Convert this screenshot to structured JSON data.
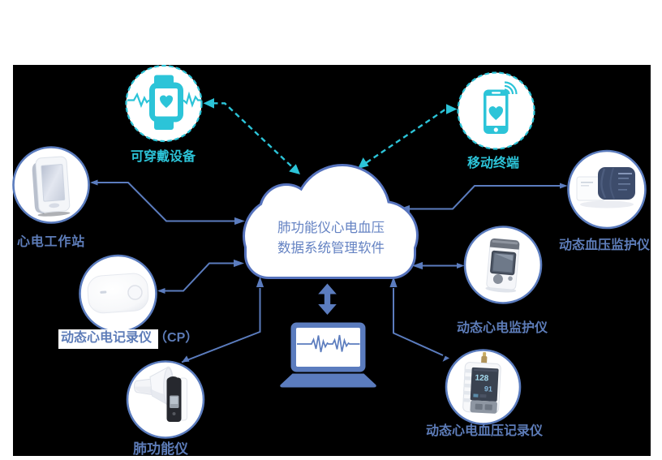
{
  "diagram": {
    "type": "hub-and-spoke network diagram",
    "hub": {
      "title_line1": "肺功能仪心电血压",
      "title_line2": "数据系统管理软件",
      "shape": "cloud"
    },
    "nodes": [
      {
        "id": "wearable",
        "label": "可穿戴设备",
        "icon": "smartwatch-icon",
        "border": "cyan-dashed",
        "link": "dashed-cyan-double-arrow"
      },
      {
        "id": "mobile",
        "label": "移动终端",
        "icon": "smartphone-icon",
        "border": "cyan-dashed",
        "link": "dashed-cyan-double-arrow"
      },
      {
        "id": "ecg-workstation",
        "label": "心电工作站",
        "icon": "ecg-workstation-photo",
        "border": "blue-solid",
        "link": "solid-blue-double-arrow"
      },
      {
        "id": "holter-recorder",
        "label": "动态心电记录仪",
        "label_suffix": "（CP）",
        "label_highlighted": true,
        "icon": "holter-recorder-photo",
        "border": "blue-solid",
        "link": "solid-blue-double-arrow"
      },
      {
        "id": "spirometer",
        "label": "肺功能仪",
        "icon": "spirometer-photo",
        "border": "blue-solid",
        "link": "solid-blue-double-arrow"
      },
      {
        "id": "bp-monitor",
        "label": "动态血压监护仪",
        "icon": "bp-cuff-photo",
        "border": "blue-solid",
        "link": "solid-blue-double-arrow"
      },
      {
        "id": "ecg-monitor",
        "label": "动态心电监护仪",
        "icon": "ecg-monitor-photo",
        "border": "blue-solid",
        "link": "solid-blue-double-arrow"
      },
      {
        "id": "bp-ecg-recorder",
        "label": "动态心电血压记录仪",
        "icon": "bp-ecg-recorder-photo",
        "border": "blue-solid",
        "link": "solid-blue-double-arrow"
      }
    ],
    "laptop": {
      "icon": "laptop-ecg-icon",
      "link": "thick-blue-double-arrow"
    },
    "recorder_screen": {
      "systolic": "128",
      "diastolic": "91"
    }
  },
  "colors": {
    "panel-bg": "#000000",
    "page-bg": "#ffffff",
    "line-blue": "#5b7cbe",
    "cloud-border": "#5673bd",
    "cloud-text": "#6583c3",
    "label-blue": "#5d7cb8",
    "cyan": "#2cc4d8",
    "highlight-bg": "#ffffff",
    "device-navy": "#3d4c6b"
  }
}
